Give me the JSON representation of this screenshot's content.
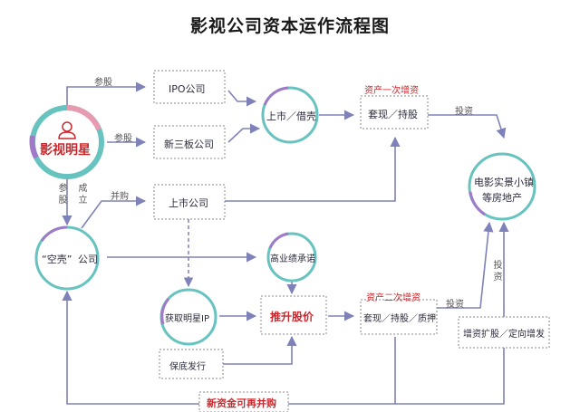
{
  "title": "影视公司资本运作流程图",
  "colors": {
    "arrow": "#7f82b8",
    "dash": "#8a8a8a",
    "red": "#c8282d",
    "teal": "#66c3c0",
    "purple": "#a07ac8",
    "pink": "#e89ab0"
  },
  "nodes": {
    "star": "影视明星",
    "shell_1": "“空壳”",
    "shell_2": "公司",
    "listing": "上市／借壳",
    "film_1": "电影实景小镇",
    "film_2": "等房地产",
    "high_perf": "高业绩承诺"
  },
  "boxes": {
    "ipo": "IPO公司",
    "neeq": "新三板公司",
    "listed": "上市公司",
    "cash1": "套现／持股",
    "acquire": "获取明星IP",
    "raise": "推升股价",
    "cash2": "套现／持股／质押",
    "capital": "增资扩股／定向增发",
    "guarantee": "保底发行",
    "new_funds": "新资金可再并购"
  },
  "labels": {
    "join1": "参股",
    "join2": "参股",
    "join3": "参股",
    "found": "成立",
    "merge": "并购",
    "invest1": "投资",
    "invest2": "投资",
    "invest3": "投资",
    "raise1": "资产一次增资",
    "raise2": "资产二次增资"
  }
}
